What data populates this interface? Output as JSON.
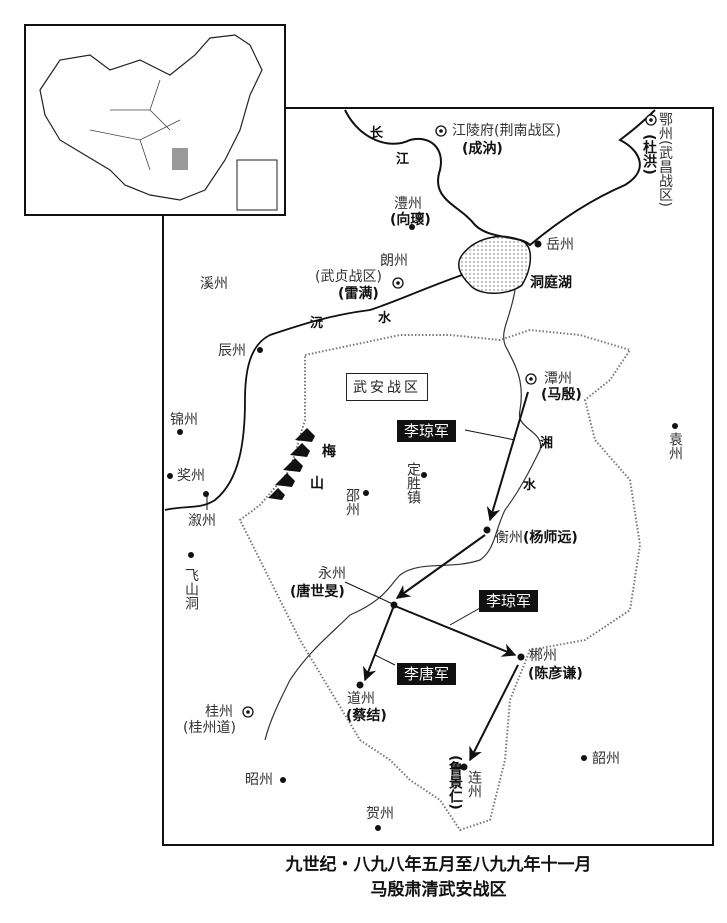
{
  "title": {
    "line1": "九世纪・八九八年五月至八九九年十一月",
    "line2": "马殷肃清武安战区"
  },
  "rivers": {
    "chang": "长",
    "jiang": "江",
    "yuan": "沅",
    "yuan_shui": "水",
    "xiang": "湘",
    "xiang_shui": "水"
  },
  "lake": "洞庭湖",
  "mountain": {
    "mei": "梅",
    "shan": "山"
  },
  "zone_label": "武安战区",
  "armies": {
    "li_qiong_1": "李琼军",
    "li_qiong_2": "李琼军",
    "li_tang": "李唐军"
  },
  "places": {
    "jiangling": {
      "name": "江陵府(荆南战区)",
      "commander": "(成汭)"
    },
    "ezhou": {
      "name": "鄂州(武昌战区)",
      "commander": "(杜洪)"
    },
    "lizhou": {
      "name": "澧州",
      "commander": "(向瓌)"
    },
    "yuezhou": {
      "name": "岳州"
    },
    "langzhou": {
      "name": "朗州",
      "zone": "(武贞战区)",
      "commander": "(雷满)"
    },
    "xizhou": {
      "name": "溪州"
    },
    "chenzhou": {
      "name": "辰州"
    },
    "tanzhou": {
      "name": "潭州",
      "commander": "(马殷)"
    },
    "jinzhou": {
      "name": "锦州"
    },
    "yuanzhou": {
      "name": "袁州"
    },
    "jiangzhou": {
      "name": "奖州"
    },
    "xuzhou": {
      "name": "溆州"
    },
    "dingsheng": {
      "name": "定胜镇"
    },
    "shaozhou": {
      "name": "邵州"
    },
    "hengzhou": {
      "name": "衡州",
      "commander": "(杨师远)"
    },
    "feishandong": {
      "name": "飞山洞"
    },
    "yongzhou": {
      "name": "永州",
      "commander": "(唐世旻)"
    },
    "chenzhou2": {
      "name": "郴州",
      "commander": "(陈彦谦)"
    },
    "daozhou": {
      "name": "道州",
      "commander": "(蔡结)"
    },
    "guizhou": {
      "name": "桂州",
      "commander": "(桂州道)"
    },
    "zhaozhou": {
      "name": "昭州"
    },
    "shaozhou2": {
      "name": "韶州"
    },
    "lianzhou": {
      "name": "连州",
      "commander": "(鲁景仁)"
    },
    "hezhou": {
      "name": "贺州"
    }
  }
}
